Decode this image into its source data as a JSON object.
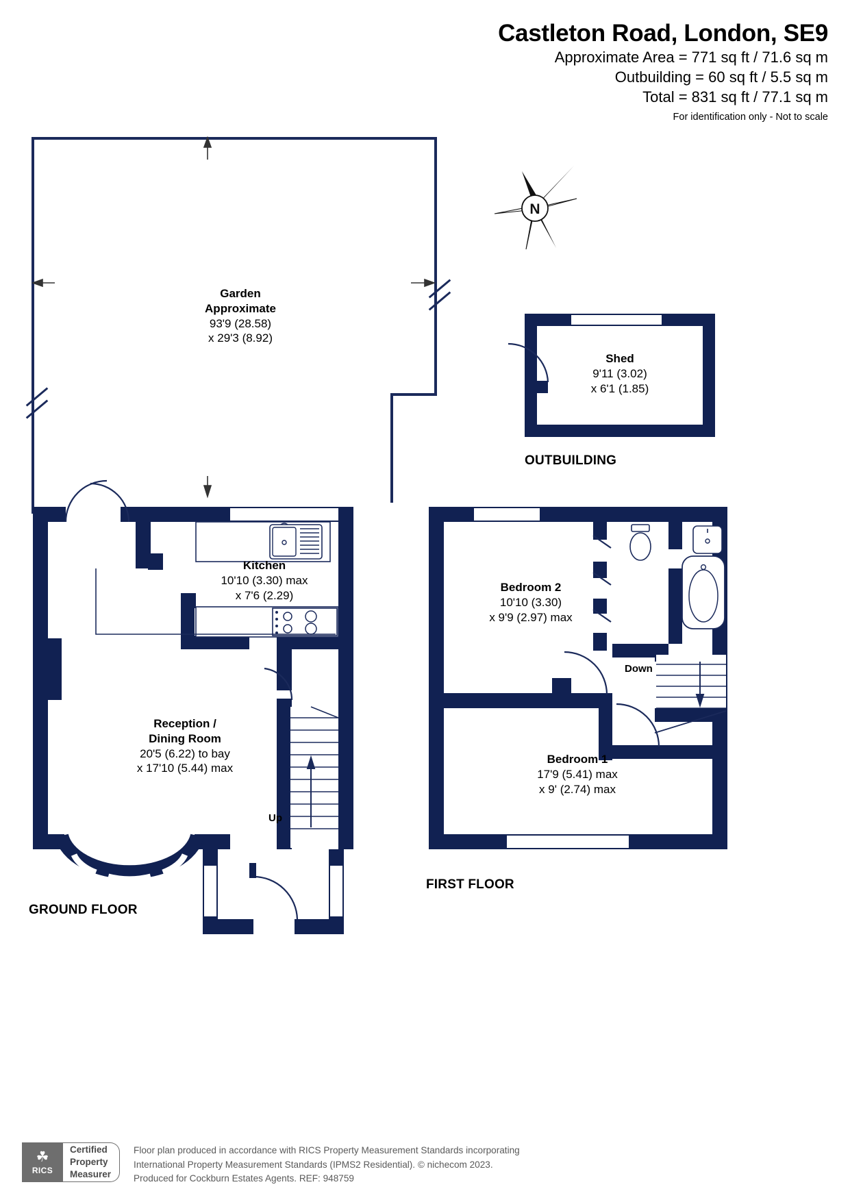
{
  "header": {
    "title": "Castleton Road, London, SE9",
    "area_lines": [
      "Approximate Area = 771 sq ft / 71.6 sq m",
      "Outbuilding = 60 sq ft / 5.5 sq m",
      "Total = 831 sq ft / 77.1 sq m"
    ],
    "disclaimer": "For identification only - Not to scale"
  },
  "compass": {
    "label": "N"
  },
  "rooms": {
    "garden": {
      "name_line1": "Garden",
      "name_line2": "Approximate",
      "dim1": "93'9 (28.58)",
      "dim2": "x 29'3 (8.92)"
    },
    "kitchen": {
      "name": "Kitchen",
      "dim1": "10'10 (3.30) max",
      "dim2": "x 7'6 (2.29)"
    },
    "reception": {
      "name_line1": "Reception /",
      "name_line2": "Dining Room",
      "dim1": "20'5 (6.22) to bay",
      "dim2": "x 17'10 (5.44) max"
    },
    "shed": {
      "name": "Shed",
      "dim1": "9'11 (3.02)",
      "dim2": "x 6'1 (1.85)"
    },
    "bedroom2": {
      "name": "Bedroom 2",
      "dim1": "10'10 (3.30)",
      "dim2": "x 9'9 (2.97) max"
    },
    "bedroom1": {
      "name": "Bedroom 1",
      "dim1": "17'9 (5.41) max",
      "dim2": "x 9' (2.74) max"
    }
  },
  "stairs": {
    "up": "Up",
    "down": "Down"
  },
  "floor_labels": {
    "ground": "GROUND FLOOR",
    "first": "FIRST FLOOR",
    "outbuilding": "OUTBUILDING"
  },
  "footer": {
    "rics_glyph": "RICS",
    "certified_line1": "Certified",
    "certified_line2": "Property",
    "certified_line3": "Measurer",
    "note_line1": "Floor plan produced in accordance with RICS Property Measurement Standards incorporating",
    "note_line2": "International Property Measurement Standards (IPMS2 Residential).   © nichecom 2023.",
    "note_line3": "Produced for Cockburn Estates Agents.   REF:  948759"
  },
  "colors": {
    "wall": "#112152",
    "text": "#000000",
    "footer_text": "#5a5a5a",
    "rics_grey": "#6e6e6e"
  }
}
